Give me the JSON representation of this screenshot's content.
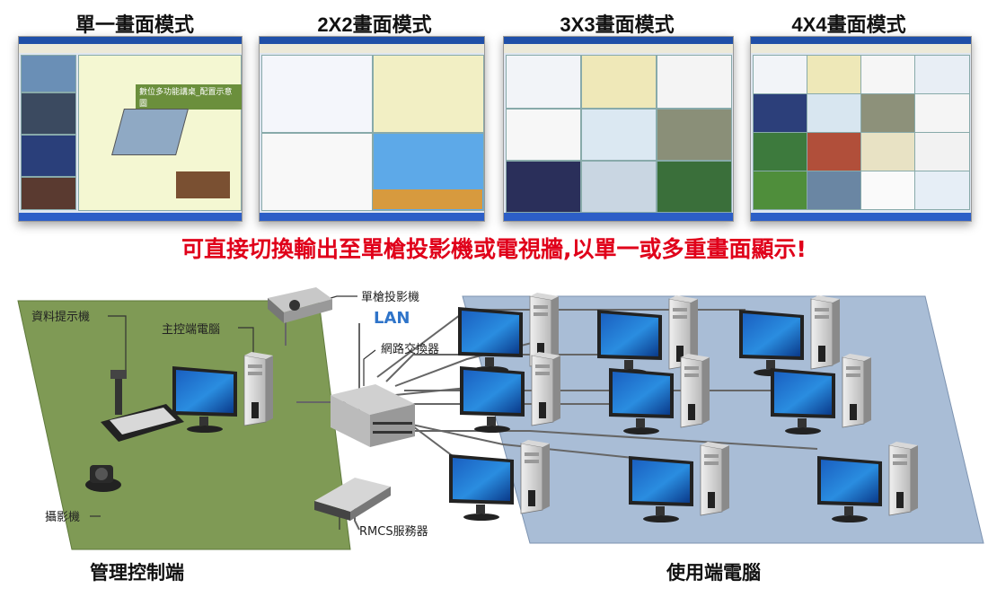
{
  "modes": [
    {
      "title": "單一畫面模式"
    },
    {
      "title": "2X2畫面模式"
    },
    {
      "title": "3X3畫面模式"
    },
    {
      "title": "4X4畫面模式"
    }
  ],
  "headline": "可直接切換輸出至單槍投影機或電視牆,以單一或多重畫面顯示!",
  "slide_title": "數位多功能講桌_配置示意圖",
  "diagram": {
    "labels": {
      "document_camera": "資料提示機",
      "main_pc": "主控端電腦",
      "projector": "單槍投影機",
      "lan": "LAN",
      "switch": "網路交換器",
      "camera": "攝影機",
      "rmcs_server": "RMCS服務器"
    },
    "zones": {
      "control": "管理控制端",
      "user": "使用端電腦"
    }
  },
  "colors": {
    "headline": "#e0001a",
    "control_zone": "#7f9a55",
    "user_zone": "#a9bdd6",
    "lan": "#2f74c9"
  }
}
